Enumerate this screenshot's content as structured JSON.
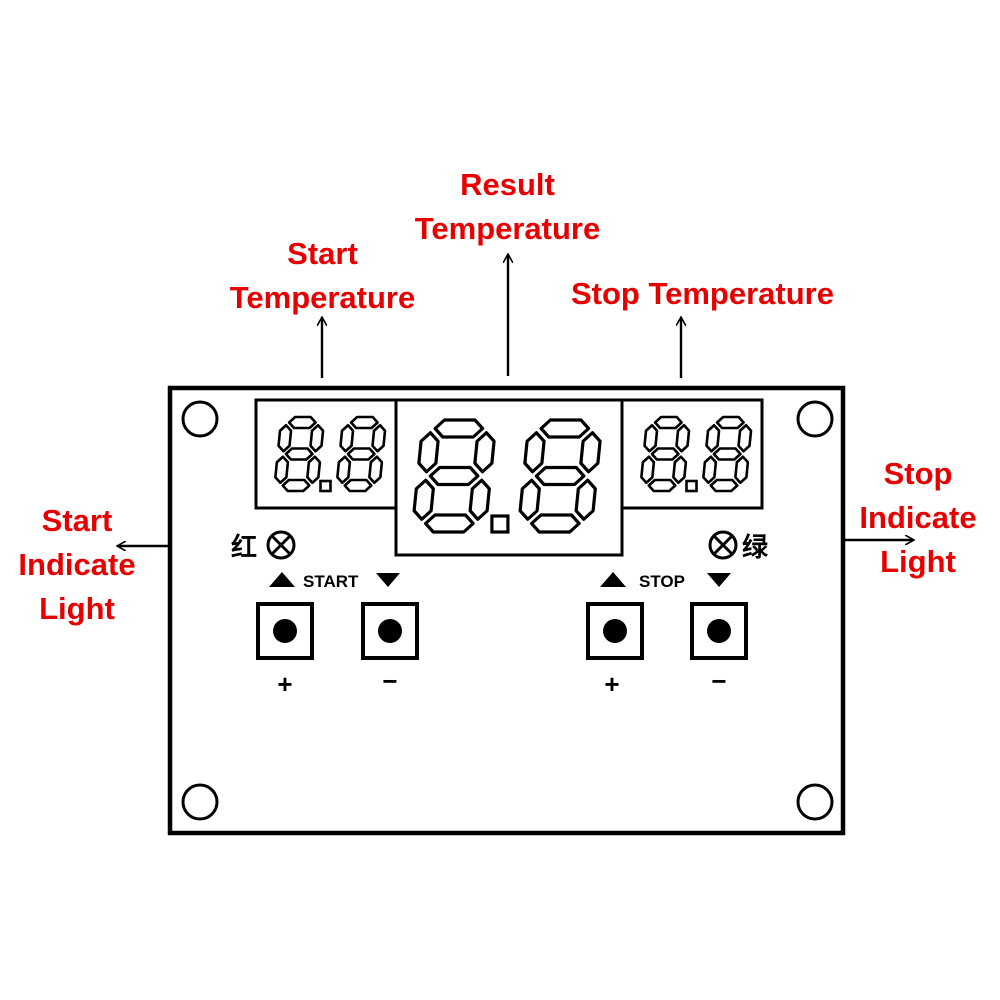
{
  "labels": {
    "start_temperature": [
      "Start",
      "Temperature"
    ],
    "result_temperature": [
      "Result",
      "Temperature"
    ],
    "stop_temperature": [
      "Stop Temperature"
    ],
    "start_indicate_light": [
      "Start",
      "Indicate",
      "Light"
    ],
    "stop_indicate_light": [
      "Stop",
      "Indicate",
      "Light"
    ]
  },
  "board": {
    "left_display": "8.8",
    "center_display": "8.8",
    "right_display": "8.8",
    "red_char": "红",
    "green_char": "绿",
    "start_label": "START",
    "stop_label": "STOP",
    "plus": "+",
    "minus": "−"
  },
  "colors": {
    "label": "#e80000",
    "line": "#000000",
    "background": "#ffffff"
  }
}
